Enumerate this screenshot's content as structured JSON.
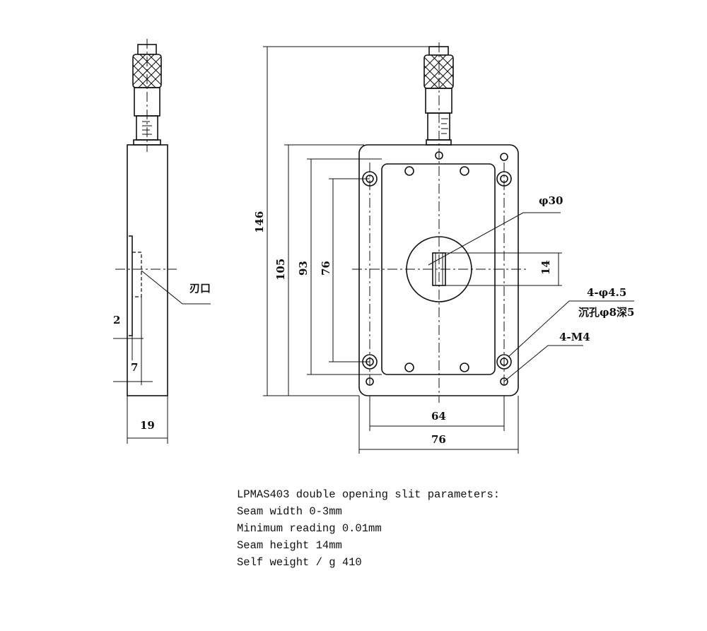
{
  "side_view": {
    "label_edge": "刃口",
    "dim_2": "2",
    "dim_7": "7",
    "dim_19": "19"
  },
  "front_view": {
    "dim_146": "146",
    "dim_105": "105",
    "dim_93": "93",
    "dim_76_v": "76",
    "dim_14": "14",
    "dim_64": "64",
    "dim_76_h": "76",
    "label_phi30": "φ30",
    "label_holes": "4-φ4.5",
    "label_counterbore": "沉孔φ8深5",
    "label_m4": "4-M4"
  },
  "parameters": {
    "title": "LPMAS403 double opening slit parameters:",
    "lines": [
      "Seam width 0-3mm",
      "Minimum reading 0.01mm",
      "Seam height 14mm",
      "Self weight / g 410"
    ]
  }
}
